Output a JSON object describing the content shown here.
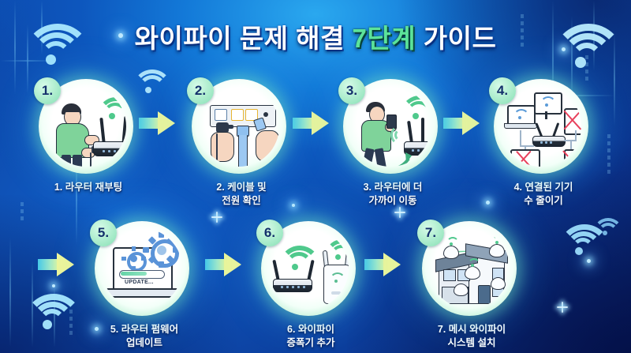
{
  "title": {
    "part1": "와이파이 문제 해결 ",
    "highlight": "7단계",
    "part2": " 가이드",
    "highlight_color": "#5ce39a"
  },
  "steps": [
    {
      "badge": "1.",
      "caption_line1": "1. 라우터 재부팅",
      "caption_line2": "",
      "illustration": "person-unplugging-router"
    },
    {
      "badge": "2.",
      "caption_line1": "2. 케이블 및",
      "caption_line2": "전원 확인",
      "illustration": "hands-plugging-cables"
    },
    {
      "badge": "3.",
      "caption_line1": "3. 라우터에 더",
      "caption_line2": "가까이 이동",
      "illustration": "person-walking-to-router"
    },
    {
      "badge": "4.",
      "caption_line1": "4. 연결된 기기",
      "caption_line2": "수 줄이기",
      "illustration": "router-with-disconnected-devices"
    },
    {
      "badge": "5.",
      "caption_line1": "5. 라우터 펌웨어",
      "caption_line2": "업데이트",
      "illustration": "laptop-firmware-update",
      "screen_label": "UPDATE..."
    },
    {
      "badge": "6.",
      "caption_line1": "6. 와이파이",
      "caption_line2": "증폭기 추가",
      "illustration": "router-and-wifi-extender"
    },
    {
      "badge": "7.",
      "caption_line1": "7. 메시 와이파이",
      "caption_line2": "시스템 설치",
      "illustration": "house-with-mesh-nodes"
    }
  ],
  "arrows": [
    {
      "name": "arrow-step1-to-step2"
    },
    {
      "name": "arrow-step2-to-step3"
    },
    {
      "name": "arrow-step3-to-step4"
    },
    {
      "name": "arrow-step4-to-step5"
    },
    {
      "name": "arrow-step5-to-step6"
    },
    {
      "name": "arrow-step6-to-step7"
    }
  ],
  "decor": {
    "wifi_icons": 5,
    "accent_cyan": "#8fe4ff",
    "accent_green": "#5ce39a",
    "background_blue": "#0d56bd",
    "badge_green": "#9fe8c4"
  }
}
